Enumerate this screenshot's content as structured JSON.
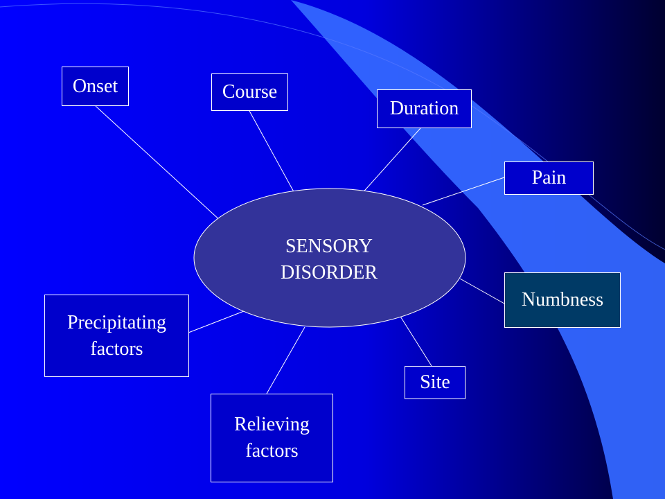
{
  "center": {
    "line1": "SENSORY",
    "line2": "DISORDER"
  },
  "nodes": {
    "onset": "Onset",
    "course": "Course",
    "duration": "Duration",
    "pain": "Pain",
    "numbness": "Numbness",
    "site": "Site",
    "relieving": {
      "line1": "Relieving",
      "line2": "factors"
    },
    "precipitating": {
      "line1": "Precipitating",
      "line2": "factors"
    }
  },
  "colors": {
    "background_left": "#0000ff",
    "background_right": "#000033",
    "swoosh": "#3366ff",
    "ellipse_fill": "#33339a",
    "node_fill": "#0000cc",
    "node_fill_dark": "#003a66",
    "border": "#ffffff"
  }
}
